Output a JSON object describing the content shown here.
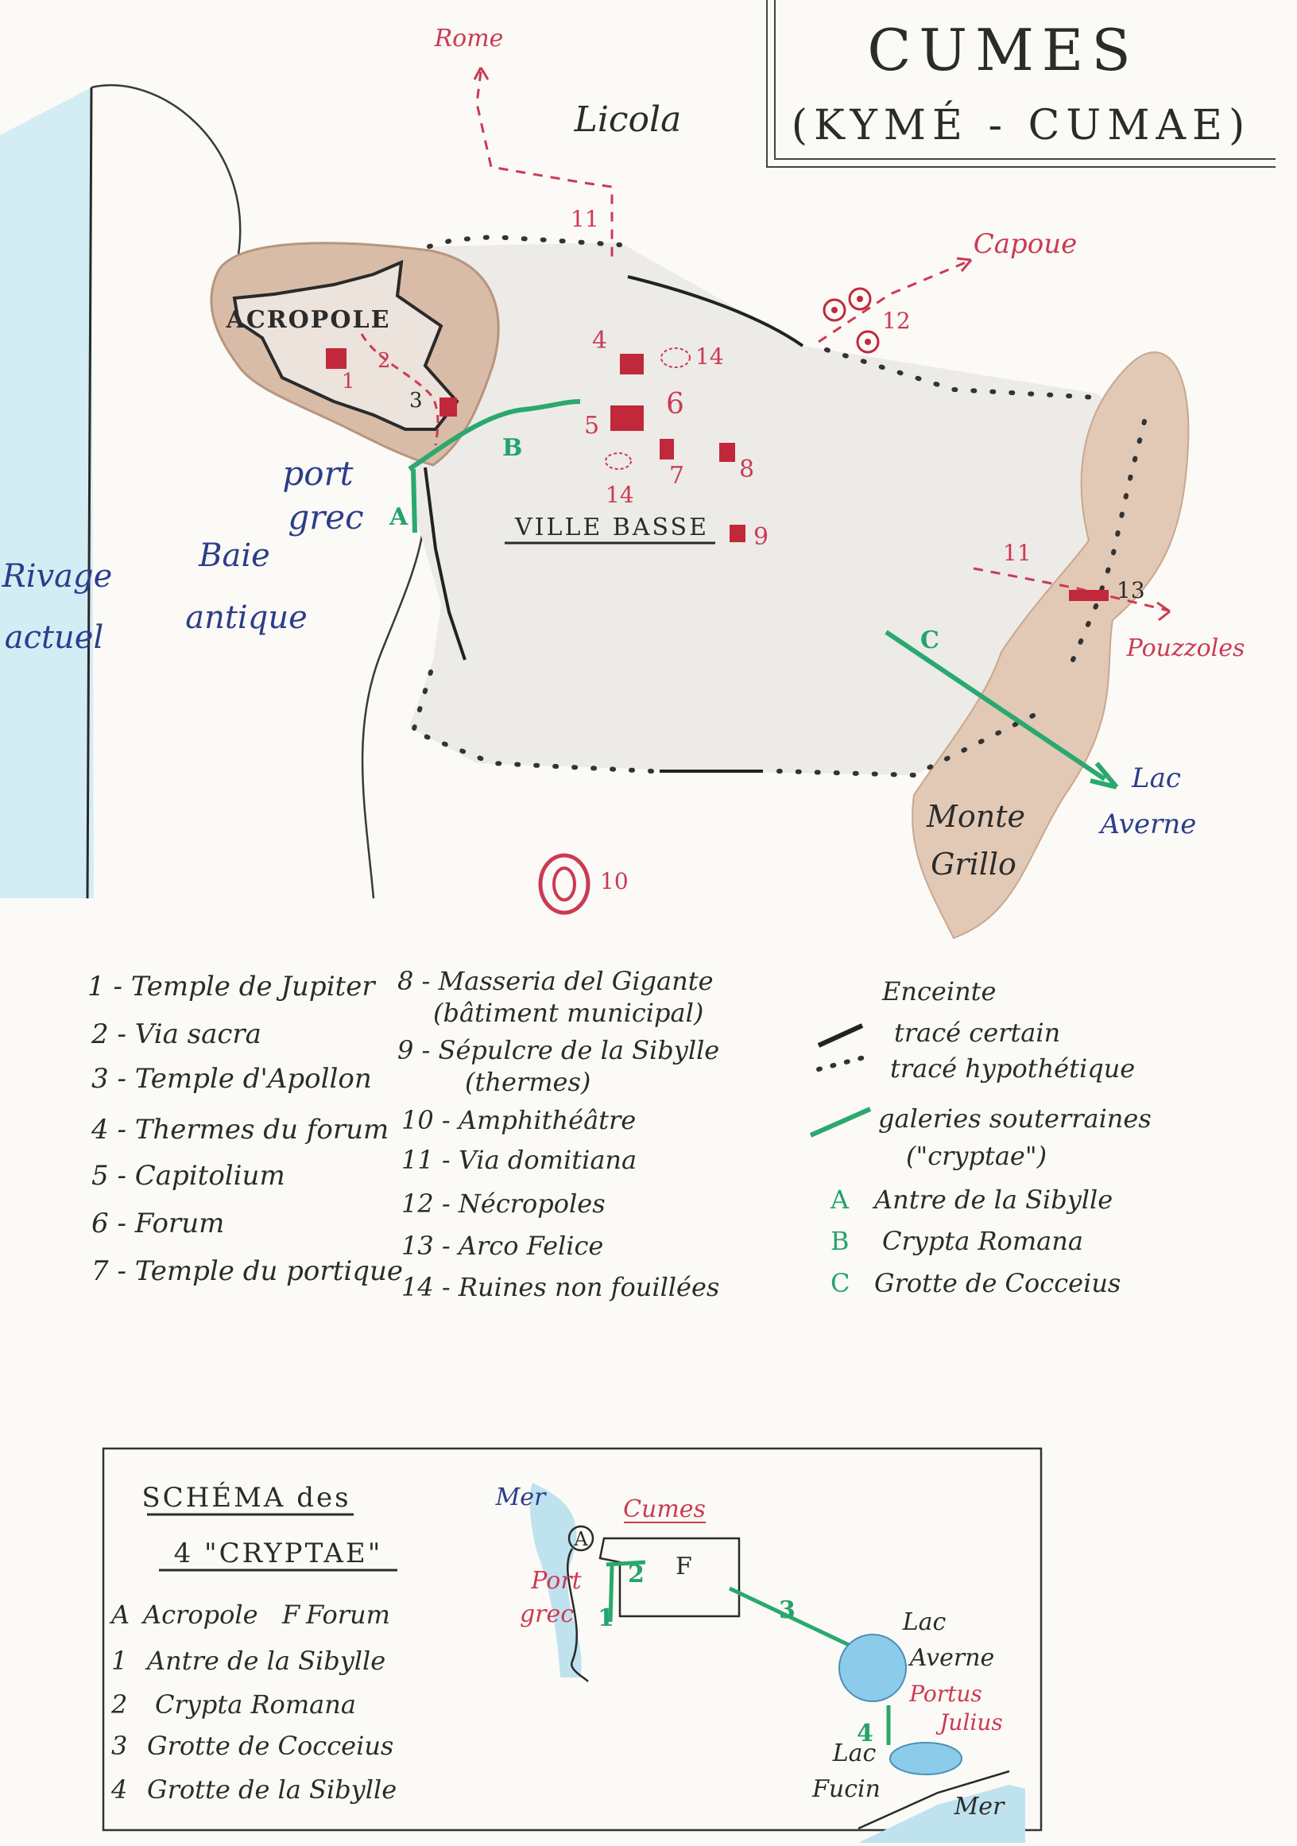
{
  "title": {
    "main": "CUMES",
    "sub": "(KYMÉ - CUMAE)"
  },
  "colors": {
    "ruins_red": "#c2283b",
    "label_red": "#cc3a52",
    "tunnel_green": "#2aa86f",
    "wall_black": "#222222",
    "hill_brown": "#d9bfa9",
    "sea_blue": "#cfeaf3",
    "lake_blue": "#8ccbea"
  },
  "map": {
    "places": {
      "rome": "Rome",
      "licola": "Licola",
      "capoue": "Capoue",
      "pouzzoles": "Pouzzoles",
      "lac_averne": [
        "Lac",
        "Averne"
      ],
      "monte_grillo": [
        "Monte",
        "Grillo"
      ],
      "acropole": "ACROPOLE",
      "ville_basse": "VILLE BASSE",
      "port_grec": [
        "port",
        "grec"
      ],
      "baie_antique": [
        "Baie",
        "antique"
      ],
      "rivage_actuel": [
        "Rivage",
        "actuel"
      ]
    },
    "markers": {
      "m1": "1",
      "m2": "2",
      "m3": "3",
      "m4": "4",
      "m5": "5",
      "m6": "6",
      "m7": "7",
      "m8": "8",
      "m9": "9",
      "m10": "10",
      "m11_north": "11",
      "m11_east": "11",
      "m12": "12",
      "m13": "13",
      "m14_a": "14",
      "m14_b": "14"
    },
    "tunnels": {
      "a": "A",
      "b": "B",
      "c": "C"
    }
  },
  "legend": {
    "col1": [
      "1 - Temple de Jupiter",
      "2 - Via sacra",
      "3 - Temple d'Apollon",
      "4 - Thermes du forum",
      "5 - Capitolium",
      "6 - Forum",
      "7 - Temple du portique"
    ],
    "col2": [
      "8 - Masseria del Gigante",
      "(bâtiment municipal)",
      "9 - Sépulcre de la Sibylle",
      "(thermes)",
      "10 - Amphithéâtre",
      "11 - Via domitiana",
      "12 - Nécropoles",
      "13 - Arco Felice",
      "14 - Ruines non fouillées"
    ],
    "col3": {
      "enceinte": "Enceinte",
      "trace_certain": "tracé certain",
      "trace_hypothetique": "tracé hypothétique",
      "galeries": "galeries souterraines",
      "cryptae": "(\"cryptae\")",
      "tunnels": [
        {
          "letter": "A",
          "name": "Antre de la Sibylle"
        },
        {
          "letter": "B",
          "name": "Crypta Romana"
        },
        {
          "letter": "C",
          "name": "Grotte de Cocceius"
        }
      ]
    }
  },
  "schema": {
    "title": [
      "SCHÉMA des",
      "4 \"CRYPTAE\""
    ],
    "items": [
      {
        "letter": "A",
        "name": "Acropole",
        "letter2": "F",
        "name2": "Forum"
      },
      {
        "letter": "1",
        "name": "Antre de la Sibylle"
      },
      {
        "letter": "2",
        "name": "Crypta Romana"
      },
      {
        "letter": "3",
        "name": "Grotte de Cocceius"
      },
      {
        "letter": "4",
        "name": "Grotte de la Sibylle"
      }
    ],
    "diagram": {
      "mer_top": "Mer",
      "cumes": "Cumes",
      "a": "A",
      "f": "F",
      "port_grec": [
        "Port",
        "grec"
      ],
      "n1": "1",
      "n2": "2",
      "n3": "3",
      "n4": "4",
      "lac_averne": [
        "Lac",
        "Averne"
      ],
      "portus_julius": [
        "Portus",
        "Julius"
      ],
      "lac_fucin": [
        "Lac",
        "Fucin"
      ],
      "mer_bottom": "Mer"
    }
  }
}
